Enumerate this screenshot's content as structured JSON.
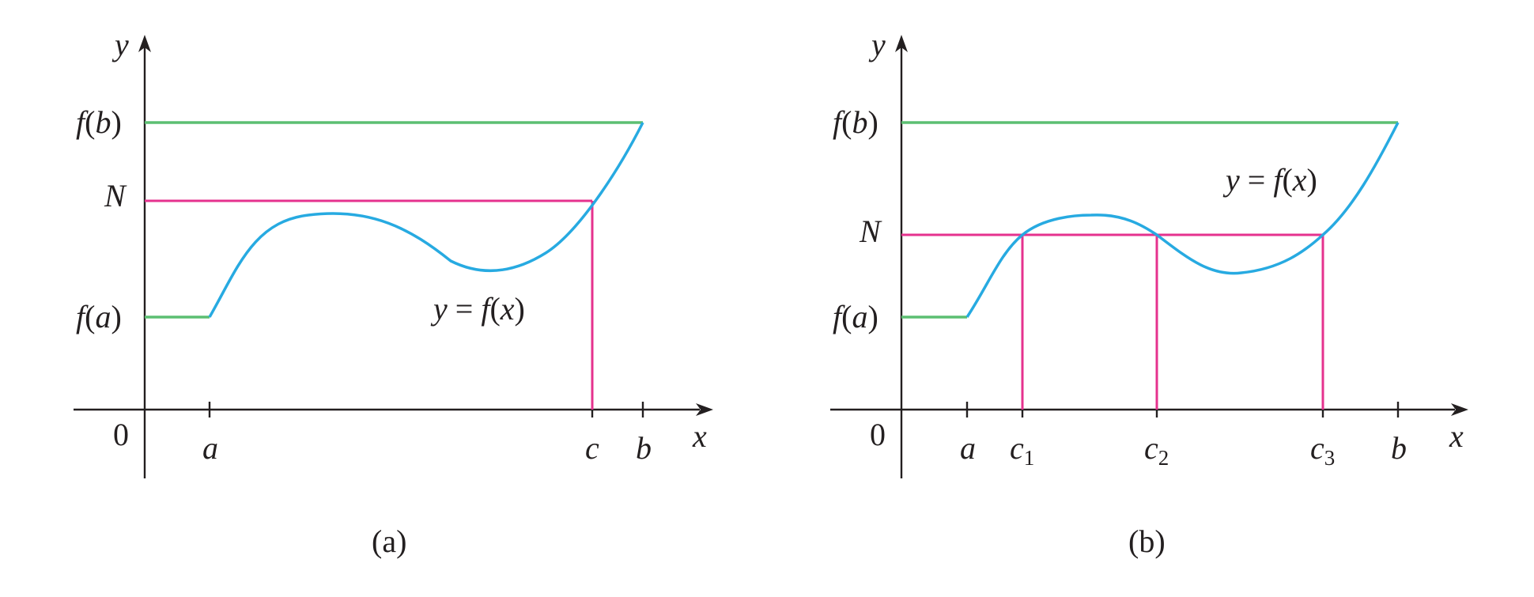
{
  "colors": {
    "level_lines": "#5cbf72",
    "N_line": "#e5328e",
    "curve": "#27aae1",
    "axes": "#231f20"
  },
  "panel_a": {
    "y_axis_label": "y",
    "x_axis_label": "x",
    "origin_label": "0",
    "fb_label_f": "f",
    "fb_label_open": "(",
    "fb_label_var": "b",
    "fb_label_close": ")",
    "N_label": "N",
    "fa_label_f": "f",
    "fa_label_open": "(",
    "fa_label_var": "a",
    "fa_label_close": ")",
    "curve_label_y": "y",
    "curve_label_eq": " = ",
    "curve_label_f": "f",
    "curve_label_open": "(",
    "curve_label_x": "x",
    "curve_label_close": ")",
    "tick_a": "a",
    "tick_c": "c",
    "tick_b": "b",
    "caption": "(a)"
  },
  "panel_b": {
    "y_axis_label": "y",
    "x_axis_label": "x",
    "origin_label": "0",
    "fb_label_f": "f",
    "fb_label_open": "(",
    "fb_label_var": "b",
    "fb_label_close": ")",
    "N_label": "N",
    "fa_label_f": "f",
    "fa_label_open": "(",
    "fa_label_var": "a",
    "fa_label_close": ")",
    "curve_label_y": "y",
    "curve_label_eq": " = ",
    "curve_label_f": "f",
    "curve_label_open": "(",
    "curve_label_x": "x",
    "curve_label_close": ")",
    "tick_a": "a",
    "tick_c1": "c",
    "tick_c1_sub": "1",
    "tick_c2": "c",
    "tick_c2_sub": "2",
    "tick_c3": "c",
    "tick_c3_sub": "3",
    "tick_b": "b",
    "caption": "(b)"
  }
}
